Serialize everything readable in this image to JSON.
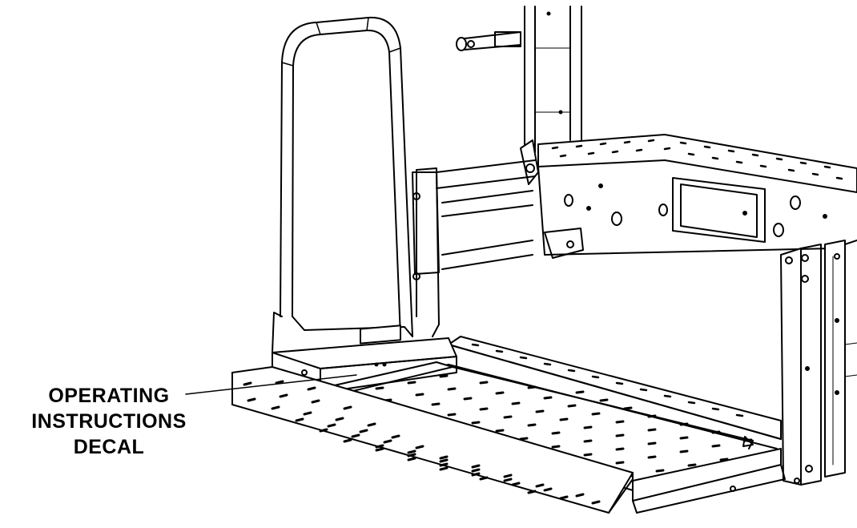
{
  "callout": {
    "lines": [
      "OPERATING",
      "INSTRUCTIONS",
      "DECAL"
    ]
  },
  "colors": {
    "line": "#000000",
    "fill": "#ffffff",
    "shade": "#d9d9d9"
  }
}
